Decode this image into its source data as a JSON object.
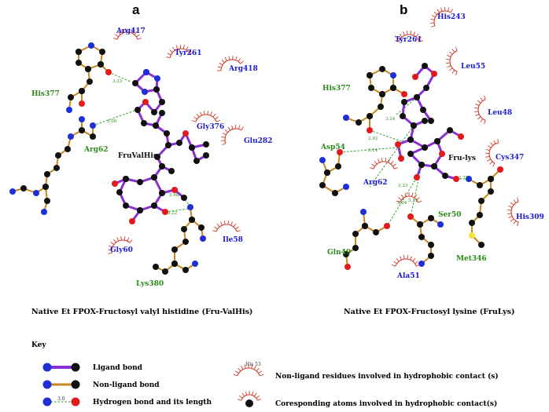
{
  "panels": {
    "a": {
      "letter": "a",
      "ligand": "FruValHis",
      "caption": "Native Et FPOX-Fructosyl valyl histidine (Fru-ValHis)",
      "blue_residues": [
        "Arg417",
        "Tyr261",
        "Arg418",
        "Gly376",
        "Glu282",
        "Ile58",
        "Gly60"
      ],
      "green_residues": [
        "His377",
        "Arg62",
        "Lys380"
      ],
      "hbond_lengths": [
        "3.23",
        "3.08",
        "2.88",
        "3.22"
      ]
    },
    "b": {
      "letter": "b",
      "ligand": "Fru-lys",
      "caption": "Native Et FPOX-Fructosyl lysine (FruLys)",
      "blue_residues": [
        "His243",
        "Tyr261",
        "Leu55",
        "Leu48",
        "Cys347",
        "His309",
        "Arg62",
        "Ala51"
      ],
      "green_residues": [
        "His377",
        "Asp54",
        "Ser50",
        "Gln49",
        "Met346"
      ],
      "hbond_lengths": [
        "3.24",
        "2.92",
        "3.14",
        "2.71",
        "3.23",
        "3.04",
        "3.12"
      ]
    }
  },
  "key": {
    "title": "Key",
    "ligand_bond": "Ligand bond",
    "non_ligand_bond": "Non-ligand bond",
    "hydrogen_bond": "Hydrogen bond and its length",
    "hbond_sample": "3.0",
    "hydrophobic_residues": "Non-ligand residues involved in hydrophobic contact (s)",
    "hydrophobic_sample": "His 53",
    "hydrophobic_atoms": "Coresponding atoms involved in hydrophobic contact(s)"
  },
  "colors": {
    "ligand_bond": "#8a2fd0",
    "non_ligand_bond": "#c8861f",
    "hydrogen_bond": "#2aa12a",
    "carbon_atom": "#111111",
    "oxygen_atom": "#e11b1b",
    "nitrogen_atom": "#1d2fd6",
    "sulfur_atom": "#f0e33a",
    "hydrophobic_arc": "#d23a2a",
    "residue_interacting": "#1a1ad0",
    "residue_hbond": "#2c8a1a"
  }
}
